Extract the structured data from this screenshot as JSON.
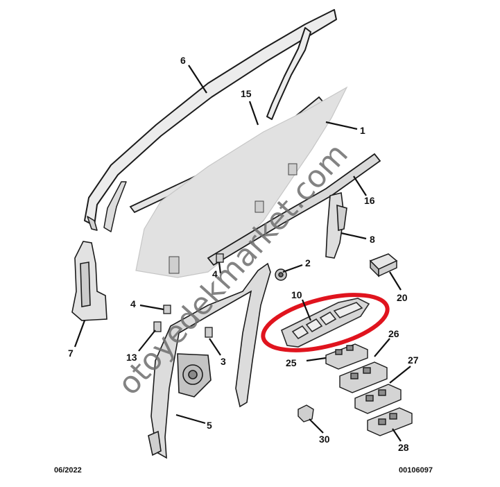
{
  "diagram": {
    "date_code": "06/2022",
    "reference": "00106097",
    "watermark": "otoyedekmarket.com",
    "highlight_color": "#e0141e",
    "callouts": [
      {
        "id": "c6",
        "label": "6"
      },
      {
        "id": "c15",
        "label": "15"
      },
      {
        "id": "c1",
        "label": "1"
      },
      {
        "id": "c16",
        "label": "16"
      },
      {
        "id": "c8",
        "label": "8"
      },
      {
        "id": "c2",
        "label": "2"
      },
      {
        "id": "c20",
        "label": "20"
      },
      {
        "id": "c10",
        "label": "10"
      },
      {
        "id": "c4a",
        "label": "4"
      },
      {
        "id": "c4b",
        "label": "4"
      },
      {
        "id": "c26",
        "label": "26"
      },
      {
        "id": "c27",
        "label": "27"
      },
      {
        "id": "c25",
        "label": "25"
      },
      {
        "id": "c13",
        "label": "13"
      },
      {
        "id": "c3",
        "label": "3"
      },
      {
        "id": "c7",
        "label": "7"
      },
      {
        "id": "c5",
        "label": "5"
      },
      {
        "id": "c30",
        "label": "30"
      },
      {
        "id": "c28",
        "label": "28"
      }
    ]
  }
}
